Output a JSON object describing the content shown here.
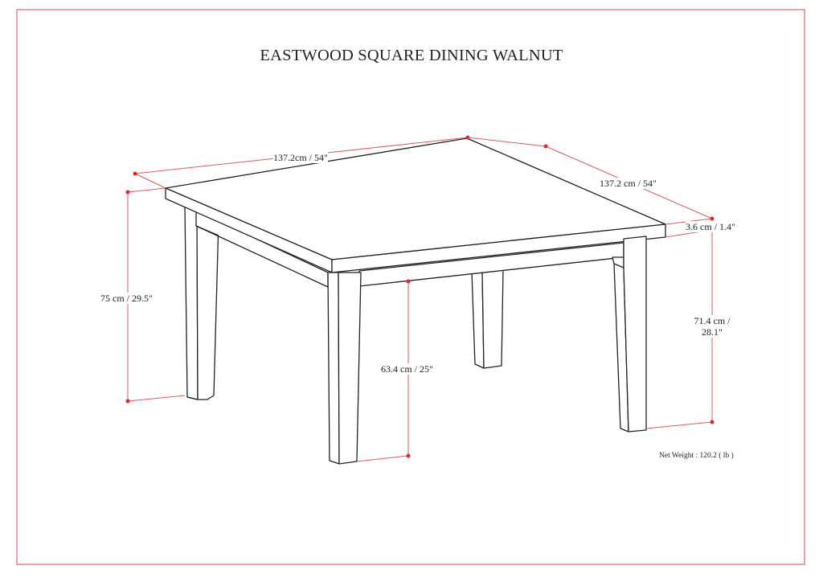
{
  "title": "EASTWOOD SQUARE DINING WALNUT",
  "dimensions": {
    "width": "137.2cm / 54\"",
    "depth": "137.2 cm / 54\"",
    "top_thickness": "3.6 cm / 1.4\"",
    "total_height": "75 cm / 29.5\"",
    "clearance_under_apron": "63.4 cm / 25\"",
    "leg_height": "71.4 cm /\n28.1\""
  },
  "net_weight": "Net Weight : 120.2 ( lb )",
  "colors": {
    "frame_border": "#f0a0a4",
    "dimension_line": "#e05a5a",
    "dimension_dot": "#e8232a",
    "drawing_line": "#222222"
  }
}
